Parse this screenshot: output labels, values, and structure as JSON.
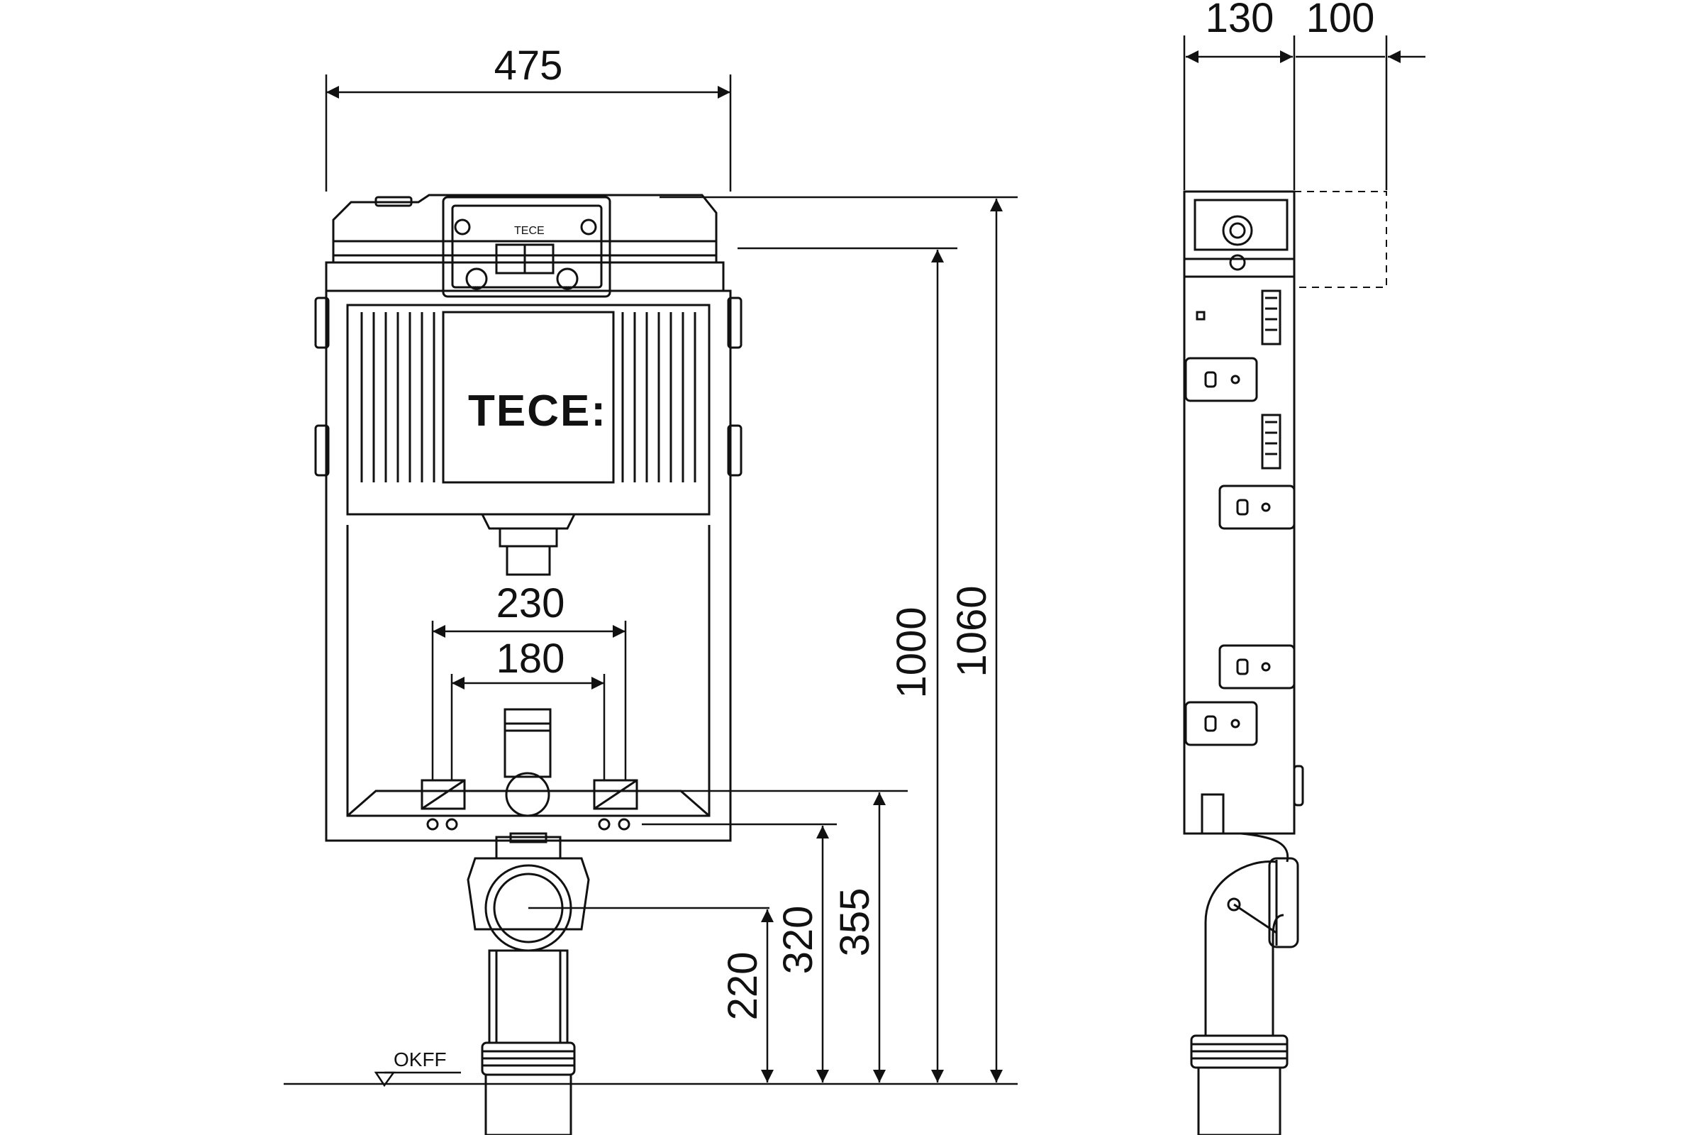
{
  "colors": {
    "line": "#111111",
    "panel": "#ffffff",
    "light": "#888888"
  },
  "brand": {
    "logo": "TECE:",
    "plate_text": "TECE"
  },
  "floor": {
    "label": "OKFF"
  },
  "dimensions": {
    "width_total": "475",
    "flush_spacing_outer": "230",
    "flush_spacing_inner": "180",
    "height_1060": "1060",
    "height_1000": "1000",
    "height_355": "355",
    "height_320": "320",
    "height_220": "220",
    "depth_130": "130",
    "depth_100": "100"
  }
}
